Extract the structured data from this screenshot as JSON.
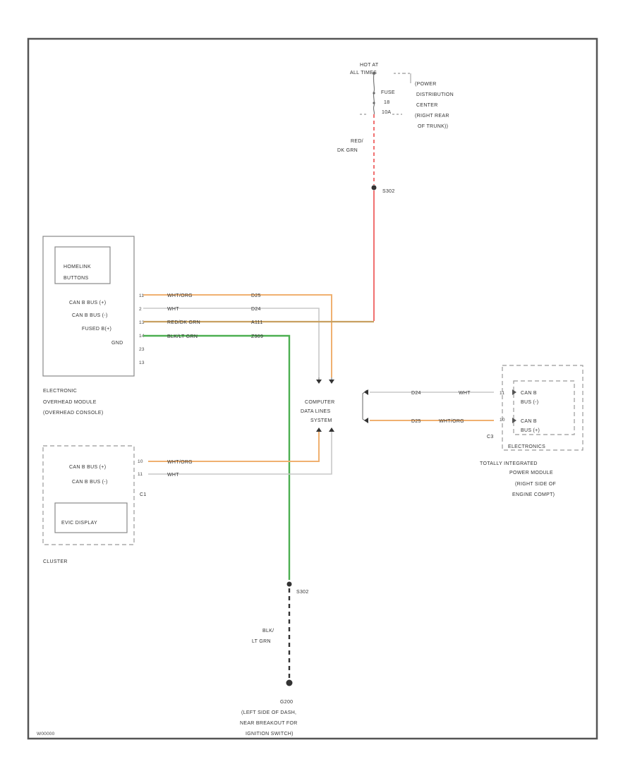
{
  "colors": {
    "red_wire": "#f07070",
    "orange_wire": "#f0b070",
    "white_wire": "#c8c8c8",
    "green_wire": "#4caf50",
    "black_wire": "#333333",
    "tan_wire": "#c8a060"
  },
  "fuse": {
    "hot_label_1": "HOT AT",
    "hot_label_2": "ALL TIMES",
    "fuse_label": "FUSE",
    "fuse_number": "18",
    "fuse_amps": "10A"
  },
  "pdc": {
    "line1": "(POWER",
    "line2": "DISTRIBUTION",
    "line3": "CENTER",
    "line4": "(RIGHT REAR",
    "line5": "OF TRUNK))"
  },
  "red_wire_label": {
    "line1": "RED/",
    "line2": "DK GRN"
  },
  "splice_top": "S302",
  "overhead_module": {
    "inner_line1": "HOMELINK",
    "inner_line2": "BUTTONS",
    "pins": [
      "CAN B BUS (+)",
      "CAN B BUS (-)",
      "FUSED B(+)",
      "GND"
    ],
    "pin_numbers": [
      "11",
      "2",
      "13",
      "14",
      "23",
      "13"
    ],
    "name_line1": "ELECTRONIC",
    "name_line2": "OVERHEAD MODULE",
    "name_line3": "(OVERHEAD CONSOLE)"
  },
  "overhead_wires": [
    {
      "color": "WHT/ORG",
      "circuit": "D25"
    },
    {
      "color": "WHT",
      "circuit": "D24"
    },
    {
      "color": "RED/DK GRN",
      "circuit": "A111"
    },
    {
      "color": "BLK/LT GRN",
      "circuit": "Z909"
    }
  ],
  "cdl": {
    "line1": "COMPUTER",
    "line2": "DATA LINES",
    "line3": "SYSTEM"
  },
  "tipm": {
    "pin_numbers": [
      "11",
      "10"
    ],
    "wires": [
      {
        "circuit": "D24",
        "color": "WHT"
      },
      {
        "circuit": "D25",
        "color": "WHT/ORG"
      }
    ],
    "inner1_line1": "CAN B",
    "inner1_line2": "BUS (-)",
    "inner2_line1": "CAN B",
    "inner2_line2": "BUS (+)",
    "connector": "C3",
    "inner_footer": "ELECTRONICS",
    "name_line1": "TOTALLY INTEGRATED",
    "name_line2": "POWER MODULE",
    "name_line3": "(RIGHT SIDE OF",
    "name_line4": "ENGINE COMPT)"
  },
  "cluster": {
    "pins": [
      "CAN B BUS (+)",
      "CAN B BUS (-)"
    ],
    "pin_numbers": [
      "10",
      "11"
    ],
    "wires": [
      {
        "color": "WHT/ORG"
      },
      {
        "color": "WHT"
      }
    ],
    "connector": "C1",
    "display": "EVIC DISPLAY",
    "name": "CLUSTER"
  },
  "splice_bottom": "S302",
  "ground_wire": {
    "line1": "BLK/",
    "line2": "LT GRN"
  },
  "ground": {
    "line1": "G200",
    "line2": "(LEFT SIDE OF DASH,",
    "line3": "NEAR BREAKOUT FOR",
    "line4": "IGNITION SWITCH)"
  },
  "footer_id": "W00000"
}
